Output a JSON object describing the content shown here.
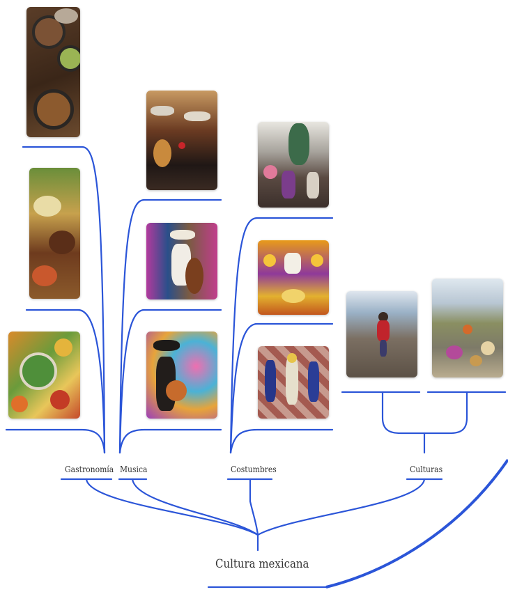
{
  "diagram": {
    "central_topic": "Cultura mexicana",
    "line_color": "#2b55d8",
    "branches": [
      {
        "label": "Gastronomía",
        "images": [
          "mortars-with-salsas-photo",
          "corn-and-tamales-photo",
          "mexican-dishes-spread-photo"
        ]
      },
      {
        "label": "Musica",
        "images": [
          "mariachi-band-photo",
          "mariachi-bass-player-photo",
          "mariachi-guitarist-photo"
        ]
      },
      {
        "label": "Costumbres",
        "images": [
          "virgin-procession-photo",
          "day-of-the-dead-altar-photo",
          "folk-dancers-photo"
        ]
      },
      {
        "label": "Culturas",
        "images": [
          "canyon-person-photo",
          "mountain-artisans-photo"
        ]
      }
    ]
  }
}
